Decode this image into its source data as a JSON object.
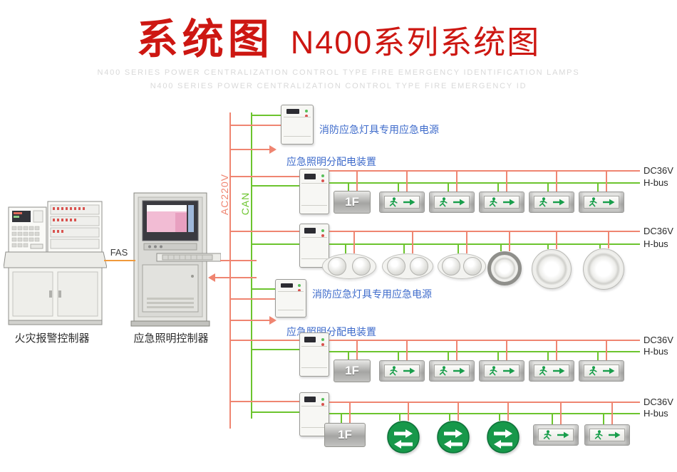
{
  "header": {
    "title_main": "系统图",
    "title_sub": "N400系列系统图",
    "subtitle_line1": "N400 SERIES POWER CENTRALIZATION CONTROL TYPE FIRE EMERGENCY IDENTIFICATION LAMPS",
    "subtitle_line2": "N400 SERIES POWER CENTRALIZATION CONTROL TYPE FIRE EMERGENCY ID"
  },
  "labels": {
    "fire_alarm_controller": "火灾报警控制器",
    "emergency_lighting_controller": "应急照明控制器",
    "fas": "FAS",
    "ac220v": "AC220V",
    "can": "CAN",
    "dc36v": "DC36V",
    "hbus": "H-bus",
    "power_supply": "消防应急灯具专用应急电源",
    "distribution": "应急照明分配电装置",
    "floor_1f": "1F"
  },
  "colors": {
    "title_red": "#cd1712",
    "line_red": "#ef8571",
    "line_green": "#6cc42e",
    "line_orange": "#f09a3c",
    "label_blue": "#3e6bcb",
    "pictogram_green": "#189e4b",
    "circle_sign_green": "#17984a"
  }
}
